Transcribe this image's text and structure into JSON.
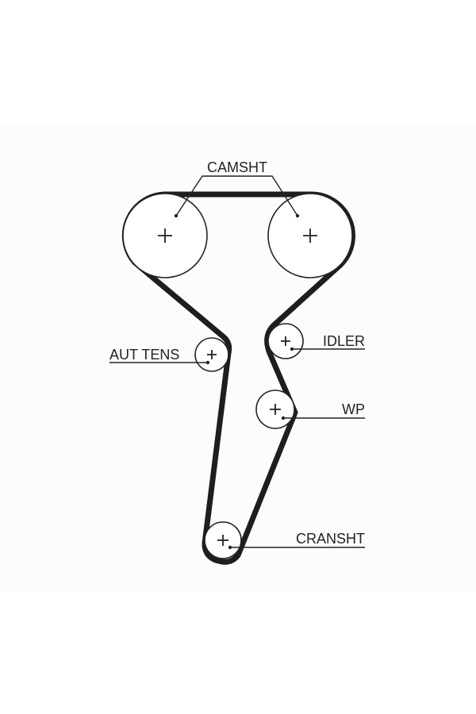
{
  "labels": {
    "camshaft": "CAMSHT",
    "auto_tensioner": "AUT TENS",
    "idler": "IDLER",
    "water_pump": "WP",
    "crankshaft": "CRANSHT"
  },
  "colors": {
    "belt": "#1e1e1e",
    "line": "#222222",
    "panel": "#fcfcfc",
    "background": "#ffffff"
  }
}
